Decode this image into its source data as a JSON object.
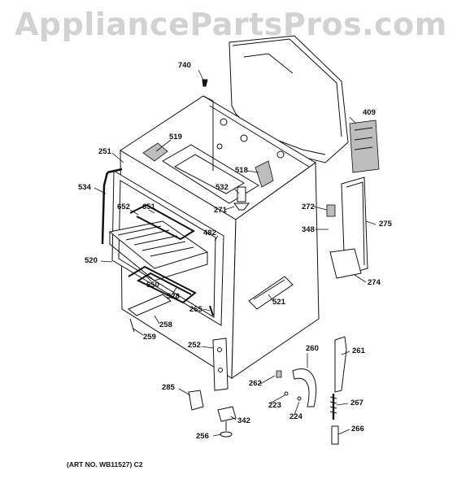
{
  "watermark": "AppliancePartsPros.com",
  "art_number": "(ART NO. WB11527) C2",
  "parts": [
    {
      "id": "740"
    },
    {
      "id": "409"
    },
    {
      "id": "519"
    },
    {
      "id": "251"
    },
    {
      "id": "518"
    },
    {
      "id": "534"
    },
    {
      "id": "532"
    },
    {
      "id": "652"
    },
    {
      "id": "651"
    },
    {
      "id": "271"
    },
    {
      "id": "272"
    },
    {
      "id": "275"
    },
    {
      "id": "482"
    },
    {
      "id": "348"
    },
    {
      "id": "520"
    },
    {
      "id": "274"
    },
    {
      "id": "650"
    },
    {
      "id": "528"
    },
    {
      "id": "521"
    },
    {
      "id": "265"
    },
    {
      "id": "258"
    },
    {
      "id": "259"
    },
    {
      "id": "252"
    },
    {
      "id": "260"
    },
    {
      "id": "261"
    },
    {
      "id": "262"
    },
    {
      "id": "285"
    },
    {
      "id": "223"
    },
    {
      "id": "267"
    },
    {
      "id": "224"
    },
    {
      "id": "342"
    },
    {
      "id": "266"
    },
    {
      "id": "256"
    }
  ]
}
